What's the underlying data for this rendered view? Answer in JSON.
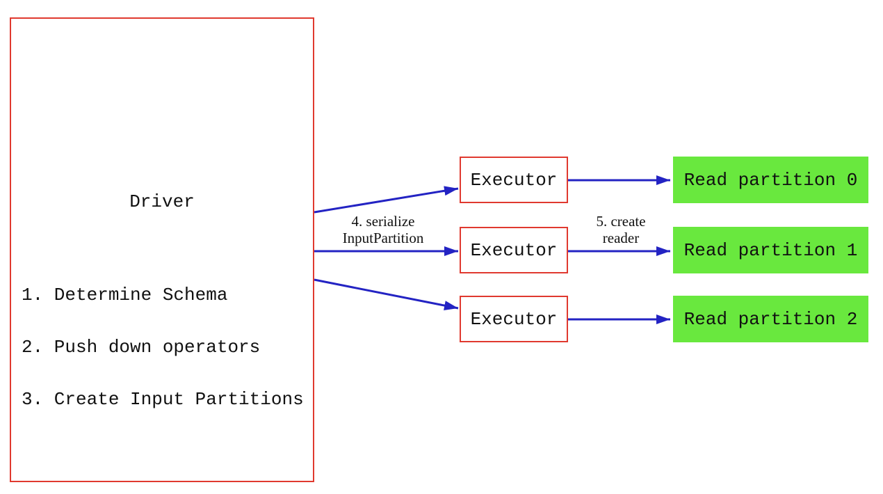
{
  "diagram": {
    "driver": {
      "title": "Driver",
      "steps": [
        "1. Determine Schema",
        "2. Push down operators",
        "3. Create Input Partitions"
      ]
    },
    "executors": [
      {
        "label": "Executor"
      },
      {
        "label": "Executor"
      },
      {
        "label": "Executor"
      }
    ],
    "read_partitions": [
      {
        "label": "Read partition 0"
      },
      {
        "label": "Read partition 1"
      },
      {
        "label": "Read partition 2"
      }
    ],
    "edge_labels": {
      "serialize_line1": "4. serialize",
      "serialize_line2": "InputPartition",
      "reader_line1": "5. create",
      "reader_line2": "reader"
    },
    "colors": {
      "box_border_red": "#e0392f",
      "arrow_blue": "#2323c3",
      "partition_green": "#69e83e",
      "text_black": "#111111"
    }
  }
}
